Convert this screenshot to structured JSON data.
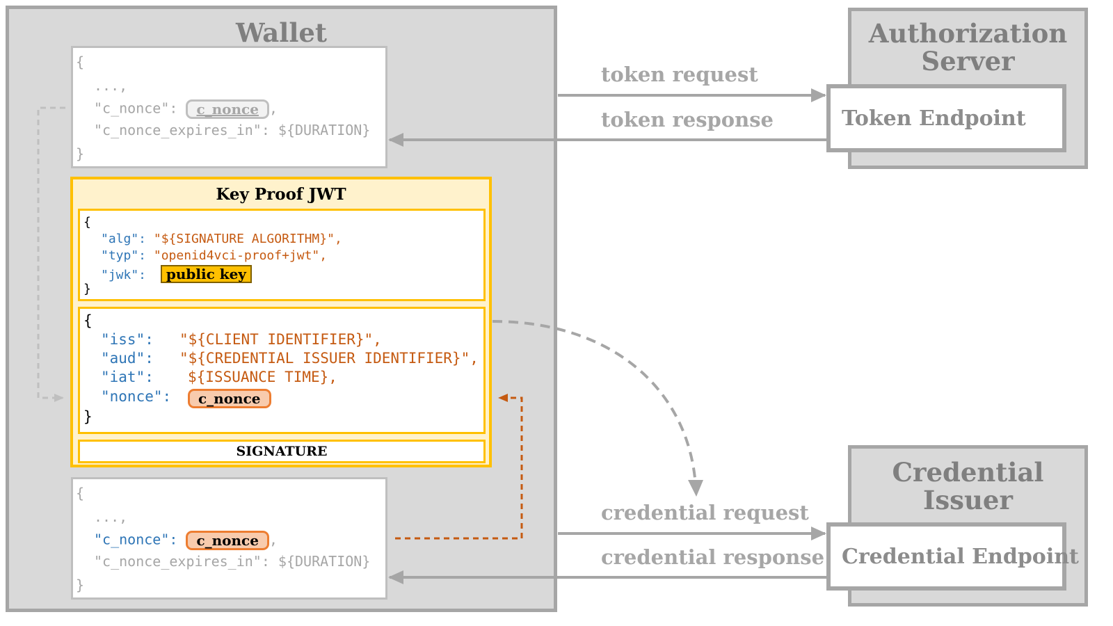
{
  "wallet": {
    "title": "Wallet"
  },
  "auth_server": {
    "title_line1": "Authorization",
    "title_line2": "Server",
    "endpoint": "Token Endpoint"
  },
  "issuer": {
    "title_line1": "Credential",
    "title_line2": "Issuer",
    "endpoint": "Credential Endpoint"
  },
  "arrows": {
    "token_request": "token request",
    "token_response": "token response",
    "credential_request": "credential request",
    "credential_response": "credential response"
  },
  "token_response_json": {
    "open": "{",
    "ellipsis": "...,",
    "nonce_key": "\"c_nonce\": ",
    "nonce_value": "c_nonce",
    "comma": ",",
    "expires_line": "\"c_nonce_expires_in\": ${DURATION}",
    "close": "}"
  },
  "key_proof": {
    "title": "Key Proof JWT",
    "header": {
      "open": "{",
      "alg_key": "\"alg\": ",
      "alg_value": "\"${SIGNATURE ALGORITHM}\",",
      "typ_key": "\"typ\": ",
      "typ_value": "\"openid4vci-proof+jwt\",",
      "jwk_key": "\"jwk\": ",
      "jwk_value": "public key",
      "close": "}"
    },
    "payload": {
      "open": "{",
      "iss_key": "\"iss\":",
      "iss_value": "\"${CLIENT IDENTIFIER}\",",
      "aud_key": "\"aud\":",
      "aud_value": "\"${CREDENTIAL ISSUER IDENTIFIER}\",",
      "iat_key": "\"iat\":",
      "iat_value": "${ISSUANCE TIME},",
      "nonce_key": "\"nonce\":",
      "nonce_value": "c_nonce",
      "close": "}"
    },
    "signature": "SIGNATURE"
  },
  "credential_response_json": {
    "open": "{",
    "ellipsis": "...,",
    "nonce_key": "\"c_nonce\": ",
    "nonce_value": "c_nonce",
    "comma": ",",
    "expires_line": "\"c_nonce_expires_in\": ${DURATION}",
    "close": "}"
  },
  "colors": {
    "panel_gray": "#d9d9d9",
    "border_gray": "#a6a6a6",
    "jwt_yellow": "#ffc000",
    "key_blue": "#2e75b6",
    "value_orange": "#c55a11",
    "pointer_red": "#ff0000"
  }
}
